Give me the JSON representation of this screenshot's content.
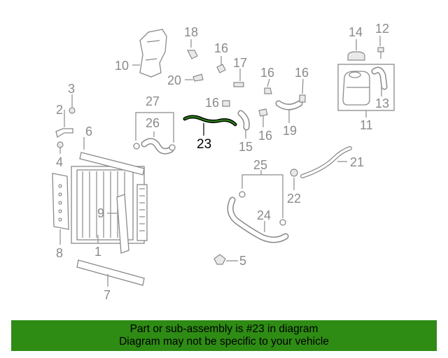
{
  "diagram": {
    "highlighted_part": "23",
    "accent_color": "#000000",
    "part_color": "#8a8a8a",
    "labels": {
      "p1": "1",
      "p2": "2",
      "p3": "3",
      "p4": "4",
      "p5": "5",
      "p6": "6",
      "p7": "7",
      "p8": "8",
      "p9": "9",
      "p10": "10",
      "p11": "11",
      "p12": "12",
      "p13": "13",
      "p14": "14",
      "p15": "15",
      "p16a": "16",
      "p16b": "16",
      "p16c": "16",
      "p16d": "16",
      "p16e": "16",
      "p17": "17",
      "p18": "18",
      "p19": "19",
      "p20": "20",
      "p21": "21",
      "p22": "22",
      "p23": "23",
      "p24": "24",
      "p25": "25",
      "p26": "26",
      "p27": "27"
    }
  },
  "banner": {
    "line1": "Part or sub-assembly is #23 in diagram",
    "line2": "Diagram may not be specific to your vehicle",
    "color": "#2e8b14"
  }
}
